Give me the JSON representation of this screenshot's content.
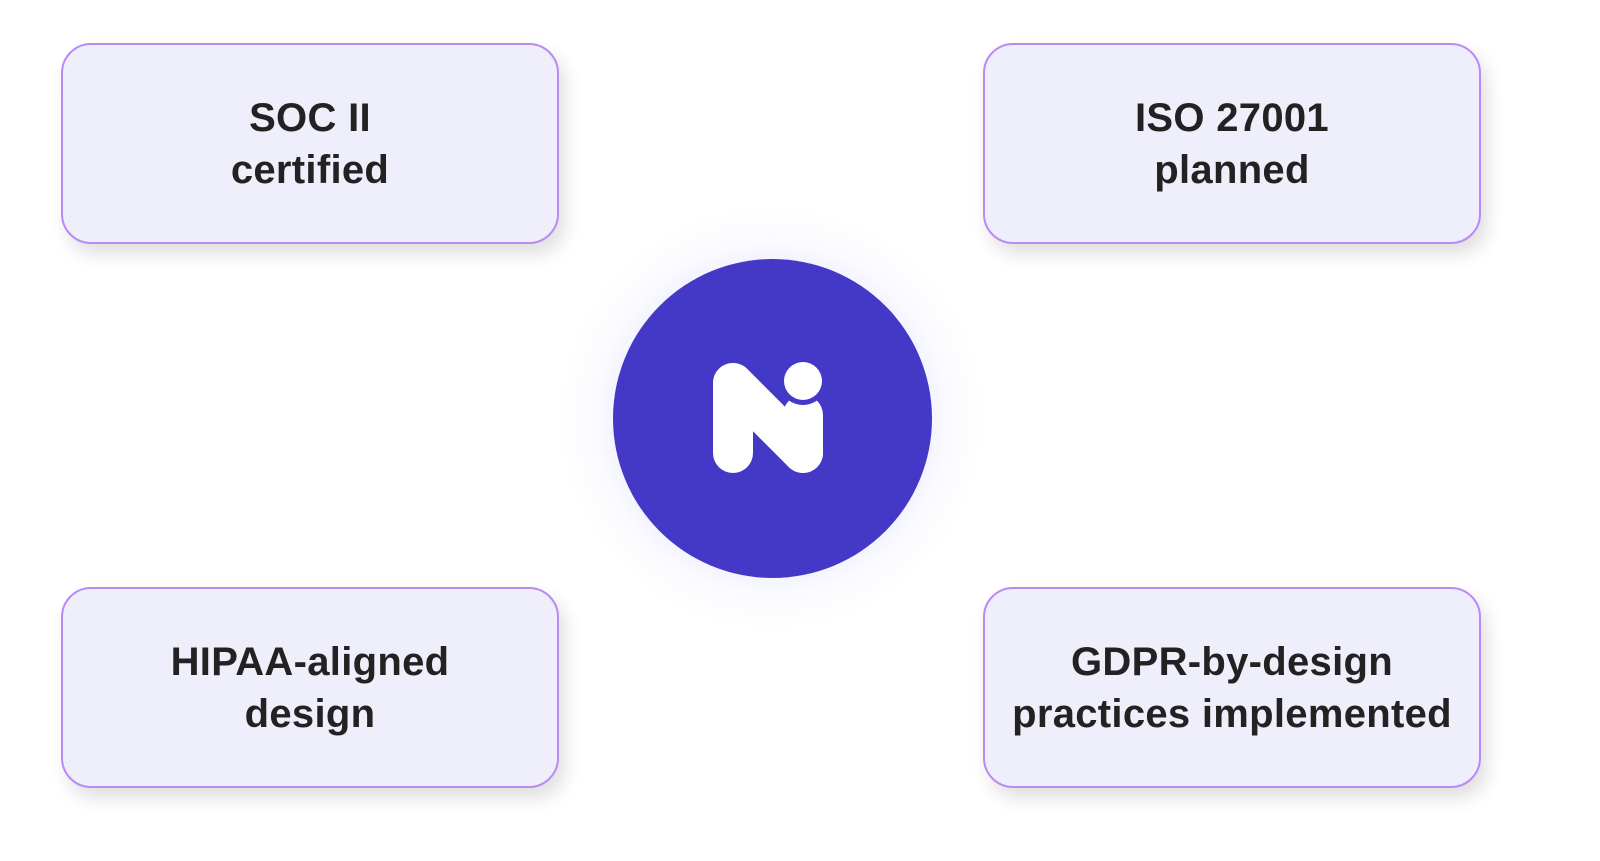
{
  "center": {
    "logo": "N",
    "logo_icon": "brand-n-logo-icon",
    "color": "#4439c7"
  },
  "cards": [
    {
      "label": "SOC II\ncertified"
    },
    {
      "label": "ISO 27001\nplanned"
    },
    {
      "label": "HIPAA-aligned\ndesign"
    },
    {
      "label": "GDPR-by-design\npractices implemented"
    }
  ],
  "colors": {
    "card_bg": "#efeffb",
    "card_border": "#b98af5",
    "text": "#222222"
  }
}
